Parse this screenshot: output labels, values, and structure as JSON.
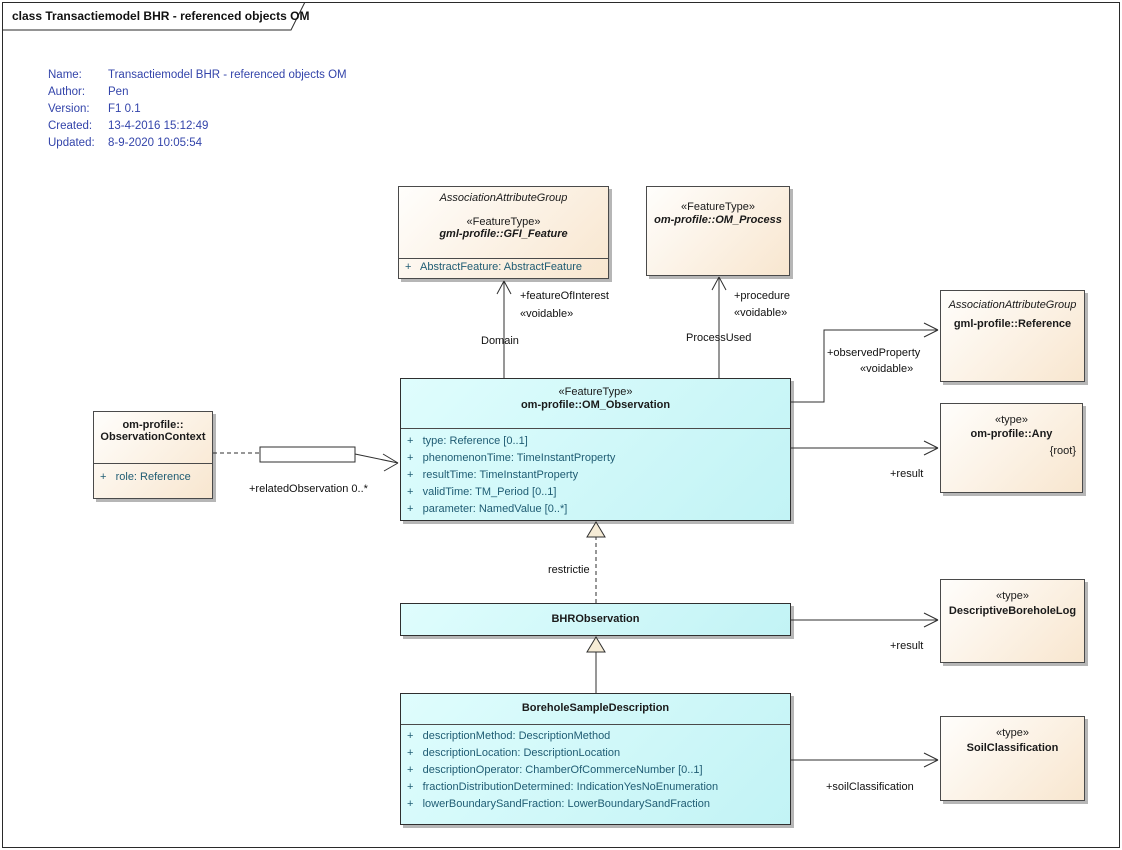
{
  "frame": {
    "title": "class Transactiemodel BHR - referenced objects OM"
  },
  "metadata": {
    "rows": [
      {
        "label": "Name:",
        "value": "Transactiemodel BHR - referenced objects OM"
      },
      {
        "label": "Author:",
        "value": "Pen"
      },
      {
        "label": "Version:",
        "value": "F1 0.1"
      },
      {
        "label": "Created:",
        "value": "13-4-2016 15:12:49"
      },
      {
        "label": "Updated:",
        "value": "8-9-2020 10:05:54"
      }
    ]
  },
  "classes": {
    "gfi_feature": {
      "group": "AssociationAttributeGroup",
      "stereotype": "«FeatureType»",
      "name": "gml-profile::GFI_Feature",
      "attributes": [
        "+   AbstractFeature: AbstractFeature"
      ]
    },
    "om_process": {
      "stereotype": "«FeatureType»",
      "name": "om-profile::OM_Process"
    },
    "reference": {
      "group": "AssociationAttributeGroup",
      "name": "gml-profile::Reference"
    },
    "any": {
      "stereotype": "«type»",
      "name": "om-profile::Any",
      "tag": "{root}"
    },
    "observation_context": {
      "name_line1": "om-profile::",
      "name_line2": "ObservationContext",
      "attributes": [
        "+   role: Reference"
      ]
    },
    "om_observation": {
      "stereotype": "«FeatureType»",
      "name": "om-profile::OM_Observation",
      "attributes": [
        "+   type: Reference [0..1]",
        "+   phenomenonTime: TimeInstantProperty",
        "+   resultTime: TimeInstantProperty",
        "+   validTime: TM_Period [0..1]",
        "+   parameter: NamedValue [0..*]"
      ]
    },
    "bhr_observation": {
      "name": "BHRObservation"
    },
    "borehole_sample_description": {
      "name": "BoreholeSampleDescription",
      "attributes": [
        "+   descriptionMethod: DescriptionMethod",
        "+   descriptionLocation: DescriptionLocation",
        "+   descriptionOperator: ChamberOfCommerceNumber [0..1]",
        "+   fractionDistributionDetermined: IndicationYesNoEnumeration",
        "+   lowerBoundarySandFraction: LowerBoundarySandFraction"
      ]
    },
    "descriptive_borehole_log": {
      "stereotype": "«type»",
      "name": "DescriptiveBoreholeLog"
    },
    "soil_classification": {
      "stereotype": "«type»",
      "name": "SoilClassification"
    }
  },
  "connectors": {
    "feature_of_interest": {
      "role": "+featureOfInterest",
      "stereotype": "«voidable»",
      "name": "Domain"
    },
    "procedure": {
      "role": "+procedure",
      "stereotype": "«voidable»",
      "name": "ProcessUsed"
    },
    "observed_property": {
      "role": "+observedProperty",
      "stereotype": "«voidable»"
    },
    "result_observation": {
      "role": "+result"
    },
    "related_observation": {
      "role": "+relatedObservation 0..*"
    },
    "restrictie": {
      "label": "restrictie"
    },
    "result_bhr": {
      "role": "+result"
    },
    "soil_classification": {
      "role": "+soilClassification"
    }
  },
  "colors": {
    "box_beige": "#f8e6cf",
    "box_cyan": "#c2f3f5",
    "metadata_text": "#3344aa",
    "attribute_text": "#1f5c73",
    "shadow": "#b6b6b6"
  }
}
